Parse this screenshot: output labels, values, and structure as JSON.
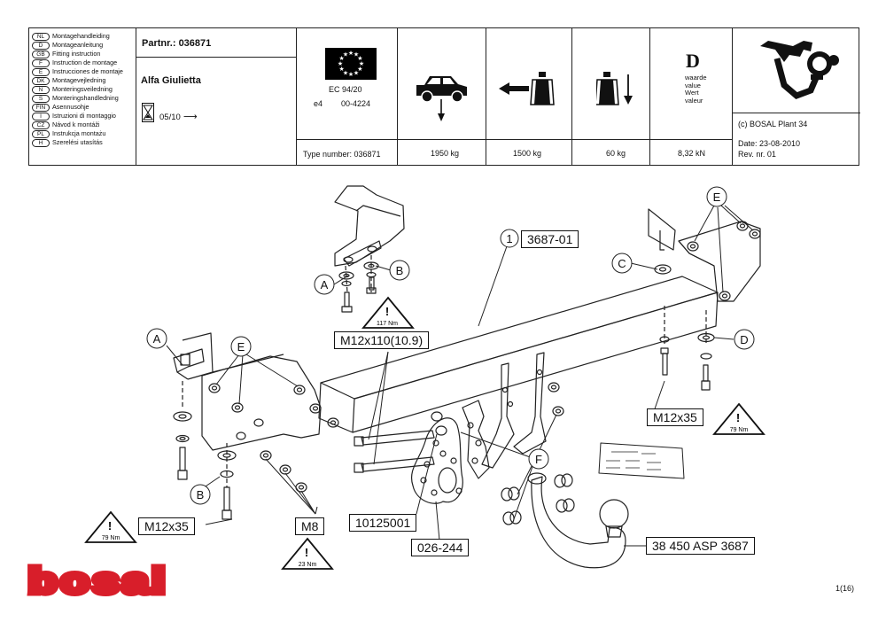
{
  "languages": [
    {
      "code": "NL",
      "text": "Montagehandleiding"
    },
    {
      "code": "D",
      "text": "Montageanleitung"
    },
    {
      "code": "GB",
      "text": "Fitting instruction"
    },
    {
      "code": "F",
      "text": "Instruction de montage"
    },
    {
      "code": "E",
      "text": "Instrucciones de montaje"
    },
    {
      "code": "DK",
      "text": "Montagevejledning"
    },
    {
      "code": "N",
      "text": "Monteringsveiledning"
    },
    {
      "code": "S",
      "text": "Monteringshandledning"
    },
    {
      "code": "FIN",
      "text": "Asennusohje"
    },
    {
      "code": "I",
      "text": "Istruzioni di montaggio"
    },
    {
      "code": "CZ",
      "text": "Návod k montáži"
    },
    {
      "code": "PL",
      "text": "Instrukcja montażu"
    },
    {
      "code": "H",
      "text": "Szerelési utasítás"
    }
  ],
  "header": {
    "partnr": "Partnr.: 036871",
    "vehicle": "Alfa Giulietta",
    "build_date": "05/10",
    "approval": "EC 94/20",
    "approval_code_prefix": "e4",
    "approval_code": "00-4224",
    "type_number": "Type number: 036871",
    "towing_mass": "1950 kg",
    "trailer_mass": "1500 kg",
    "vertical_load": "60 kg",
    "d_letter": "D",
    "d_words": [
      "waarde",
      "value",
      "Wert",
      "valeur"
    ],
    "d_value": "8,32 kN",
    "copyright": "(c) BOSAL Plant 34",
    "date": "Date: 23-08-2010",
    "rev": "Rev. nr.  01"
  },
  "labels": {
    "part_number_index": "1",
    "part_number": "3687-01",
    "bolt_main": "M12x110(10.9)",
    "bolt_right": "M12x35",
    "bolt_left": "M12x35",
    "nut_m8": "M8",
    "plate_code": "10125001",
    "socket_code": "026-244",
    "ball_code": "38 450 ASP 3687",
    "torque_117": "117 Nm",
    "torque_79_right": "79 Nm",
    "torque_79_left": "79 Nm",
    "torque_23": "23 Nm",
    "callout_A_top": "A",
    "callout_B_top": "B",
    "callout_C": "C",
    "callout_D": "D",
    "callout_E_right": "E",
    "callout_A_left": "A",
    "callout_E_left": "E",
    "callout_B_left": "B",
    "callout_F": "F",
    "exclamation": "!"
  },
  "footer": {
    "brand": "bosal",
    "page": "1(16)"
  },
  "colors": {
    "brand_red": "#d81e2a",
    "eu_blue": "#000000",
    "eu_star": "#ffffff"
  }
}
